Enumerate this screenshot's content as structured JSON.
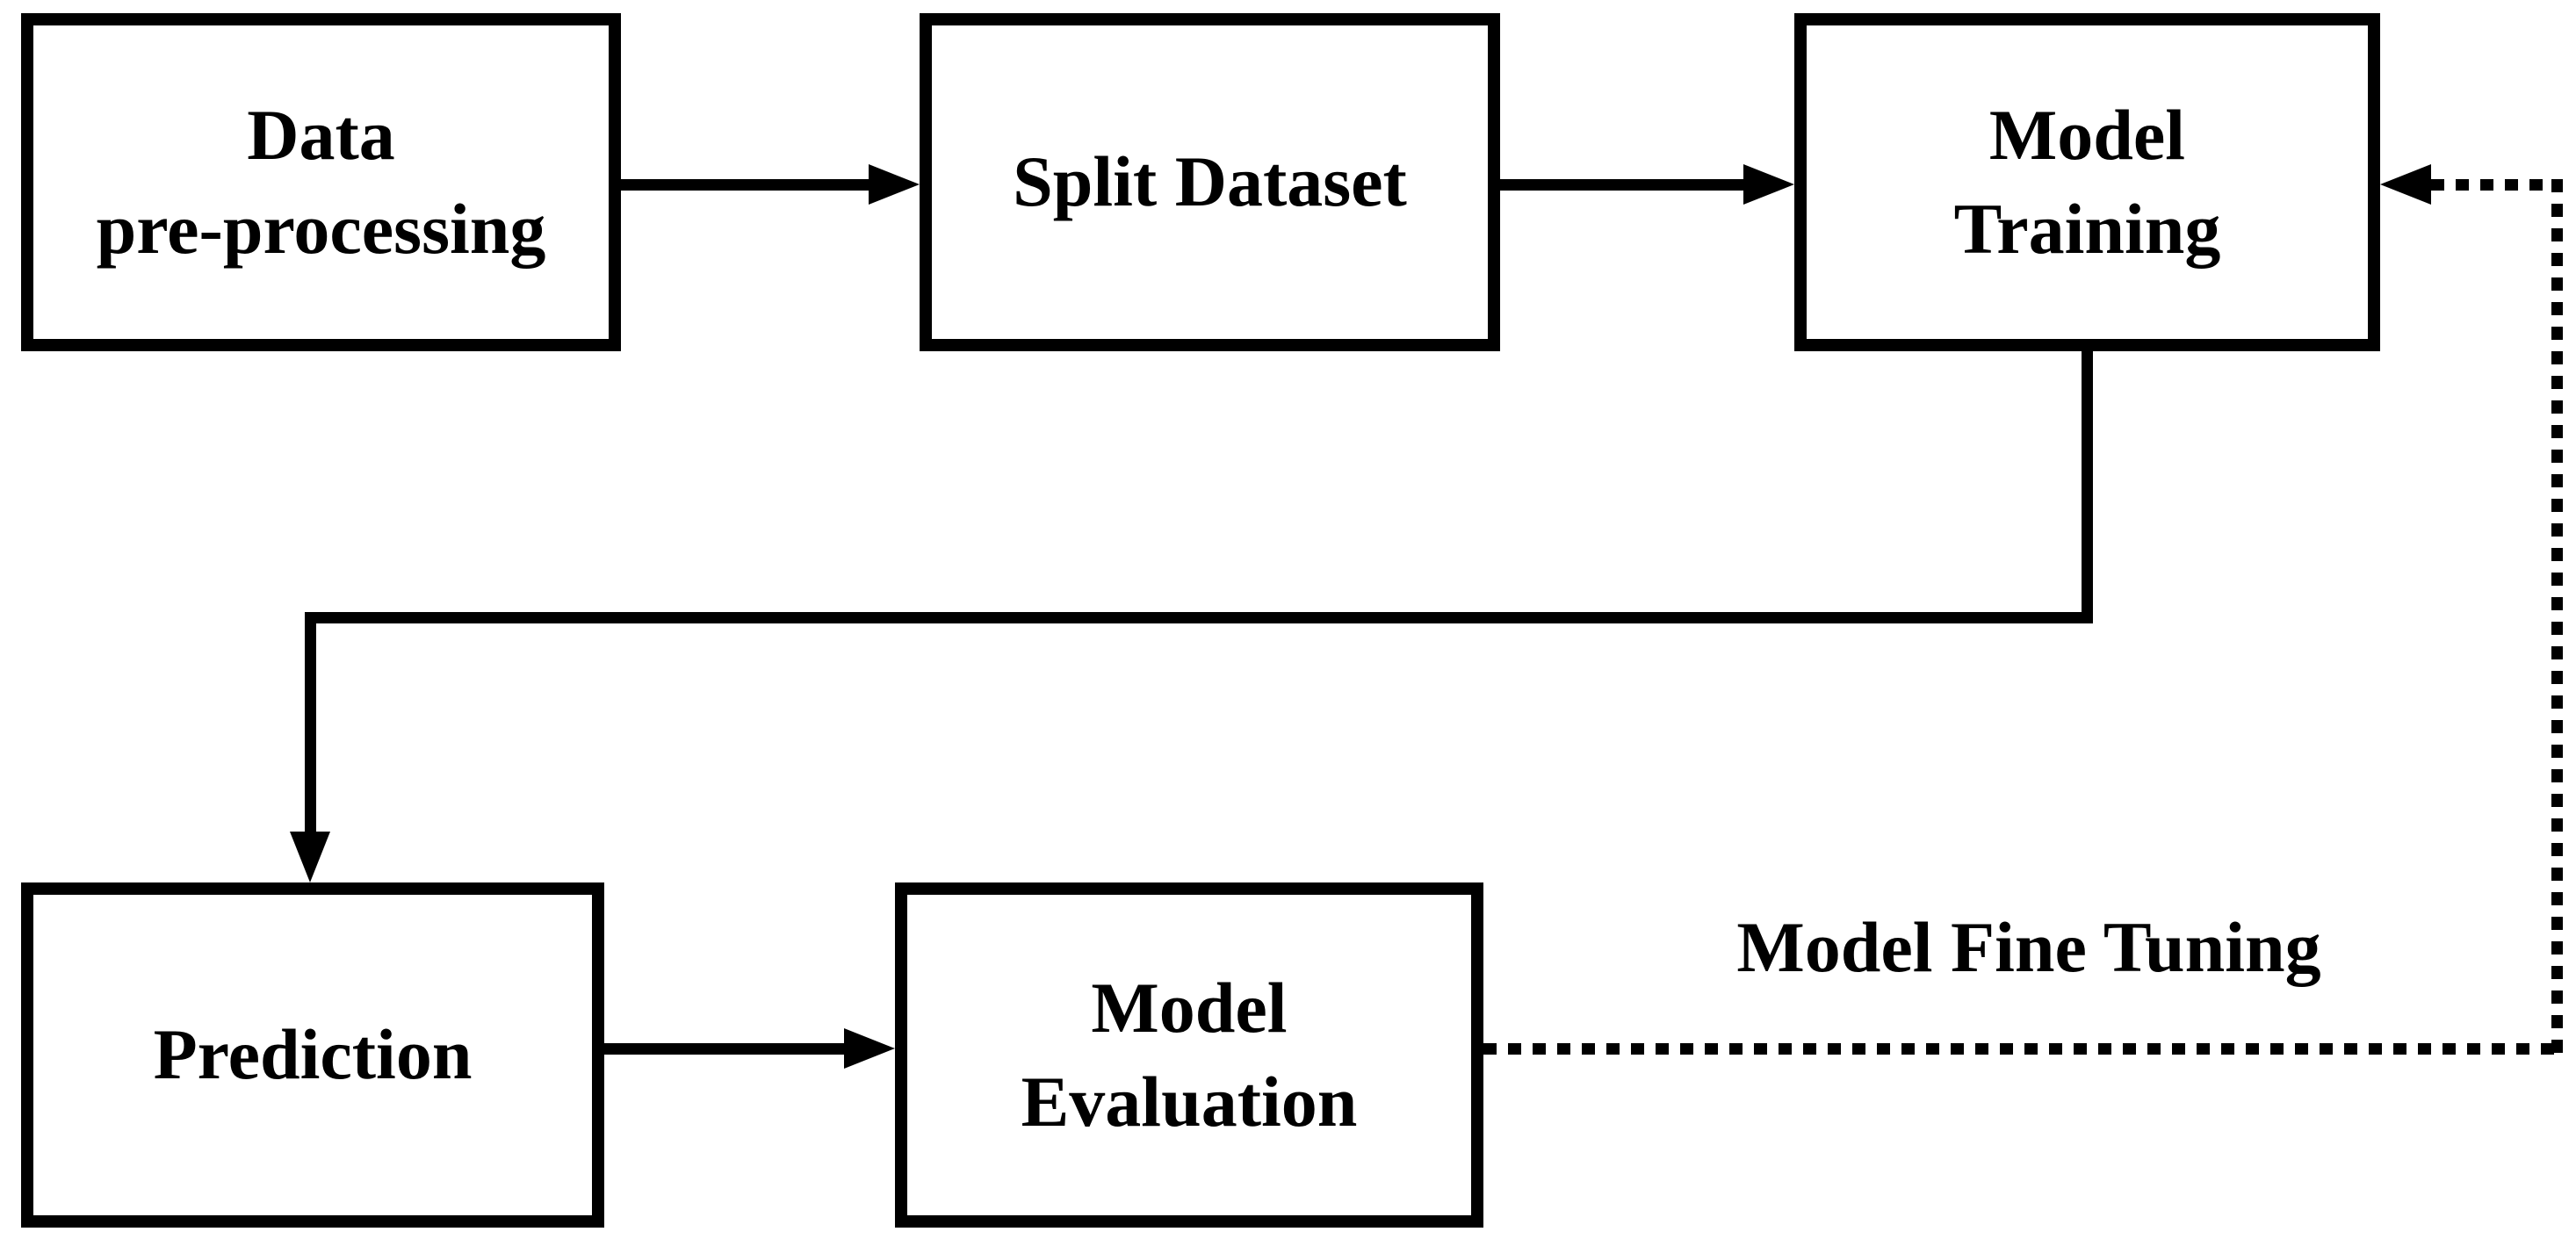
{
  "diagram": {
    "title": "Machine learning workflow flowchart",
    "colors": {
      "line": "#000000",
      "text": "#000000",
      "background": "#ffffff"
    },
    "nodes": [
      {
        "id": "data-preprocessing",
        "label": "Data\npre-processing"
      },
      {
        "id": "split-dataset",
        "label": "Split Dataset"
      },
      {
        "id": "model-training",
        "label": "Model\nTraining"
      },
      {
        "id": "prediction",
        "label": "Prediction"
      },
      {
        "id": "model-evaluation",
        "label": "Model\nEvaluation"
      }
    ],
    "edges": [
      {
        "from": "data-preprocessing",
        "to": "split-dataset",
        "style": "solid",
        "arrow": "end"
      },
      {
        "from": "split-dataset",
        "to": "model-training",
        "style": "solid",
        "arrow": "end"
      },
      {
        "from": "model-training",
        "to": "prediction",
        "style": "solid",
        "arrow": "end",
        "route": "elbow-down-left-down"
      },
      {
        "from": "prediction",
        "to": "model-evaluation",
        "style": "solid",
        "arrow": "end"
      },
      {
        "from": "model-evaluation",
        "to": "model-training",
        "style": "dotted",
        "arrow": "end",
        "route": "right-up-left",
        "label": "Model Fine Tuning"
      }
    ],
    "feedback_label": "Model Fine Tuning"
  }
}
